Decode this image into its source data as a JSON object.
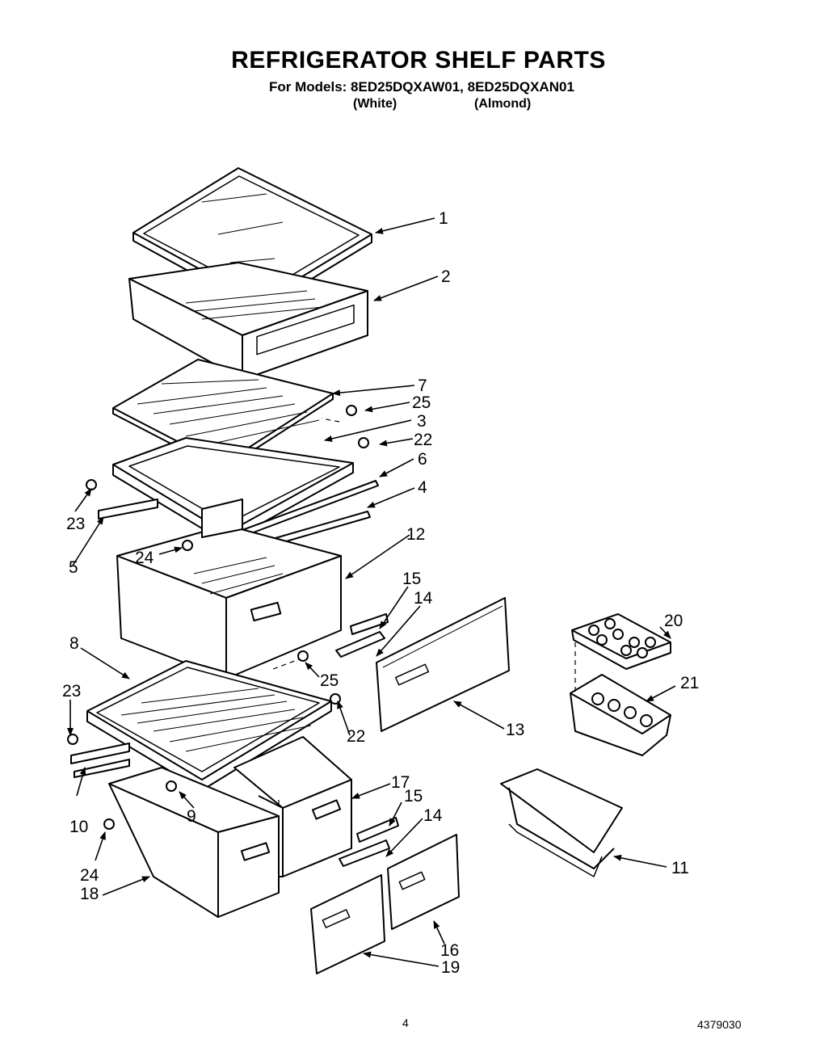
{
  "header": {
    "title": "REFRIGERATOR SHELF PARTS",
    "models": "For Models: 8ED25DQXAW01, 8ED25DQXAN01",
    "variant_white": "(White)",
    "variant_almond": "(Almond)"
  },
  "callouts": {
    "c1": "1",
    "c2": "2",
    "c7": "7",
    "c25a": "25",
    "c3": "3",
    "c22a": "22",
    "c6": "6",
    "c23a": "23",
    "c4": "4",
    "c5": "5",
    "c12": "12",
    "c24a": "24",
    "c15a": "15",
    "c14a": "14",
    "c20": "20",
    "c8": "8",
    "c21": "21",
    "c25b": "25",
    "c23b": "23",
    "c22b": "22",
    "c13": "13",
    "c17": "17",
    "c10": "10",
    "c9": "9",
    "c15b": "15",
    "c14b": "14",
    "c24b": "24",
    "c18": "18",
    "c11": "11",
    "c16": "16",
    "c19": "19"
  },
  "footer": {
    "page_number": "4",
    "doc_number": "4379030"
  }
}
